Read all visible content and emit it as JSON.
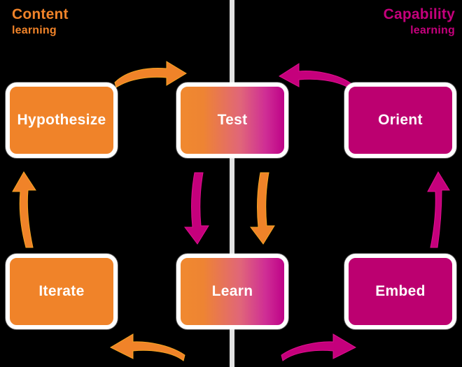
{
  "diagram": {
    "title_visible": false,
    "background_color": "#000000",
    "divider": {
      "name": "center-divider",
      "color": "#e2e2e2"
    },
    "headings": {
      "left": {
        "main": "Content",
        "sub": "learning",
        "color": "#F08329"
      },
      "right": {
        "main": "Capability",
        "sub": "learning",
        "color": "#C5007C"
      }
    },
    "colors": {
      "orange": "#F08329",
      "magenta": "#BC0070",
      "gradient_from": "#F0892F",
      "gradient_to": "#BE0288",
      "box_border": "#ffffff",
      "label_text": "#ffffff"
    },
    "nodes": [
      {
        "id": "hypothesize",
        "label": "Hypothesize",
        "fill": "orange",
        "row": "top",
        "column": "left"
      },
      {
        "id": "test",
        "label": "Test",
        "fill": "gradient",
        "row": "top",
        "column": "middle"
      },
      {
        "id": "orient",
        "label": "Orient",
        "fill": "magenta",
        "row": "top",
        "column": "right"
      },
      {
        "id": "iterate",
        "label": "Iterate",
        "fill": "orange",
        "row": "bottom",
        "column": "left"
      },
      {
        "id": "learn",
        "label": "Learn",
        "fill": "gradient",
        "row": "bottom",
        "column": "middle"
      },
      {
        "id": "embed",
        "label": "Embed",
        "fill": "magenta",
        "row": "bottom",
        "column": "right"
      }
    ],
    "arrows": [
      {
        "id": "hypothesize-to-test",
        "from": "hypothesize",
        "to": "test",
        "direction": "right",
        "color": "#F08329"
      },
      {
        "id": "orient-to-test",
        "from": "orient",
        "to": "test",
        "direction": "left",
        "color": "#C5007C"
      },
      {
        "id": "test-to-learn-left",
        "from": "test",
        "to": "learn",
        "direction": "down",
        "color": "#C5007C"
      },
      {
        "id": "test-to-learn-right",
        "from": "test",
        "to": "learn",
        "direction": "down",
        "color": "#F08329"
      },
      {
        "id": "iterate-to-hypothesize",
        "from": "iterate",
        "to": "hypothesize",
        "direction": "up",
        "color": "#F08329"
      },
      {
        "id": "embed-to-orient",
        "from": "embed",
        "to": "orient",
        "direction": "up",
        "color": "#C5007C"
      },
      {
        "id": "learn-to-iterate",
        "from": "learn",
        "to": "iterate",
        "direction": "left",
        "color": "#F08329"
      },
      {
        "id": "learn-to-embed",
        "from": "learn",
        "to": "embed",
        "direction": "right",
        "color": "#C5007C"
      }
    ]
  }
}
